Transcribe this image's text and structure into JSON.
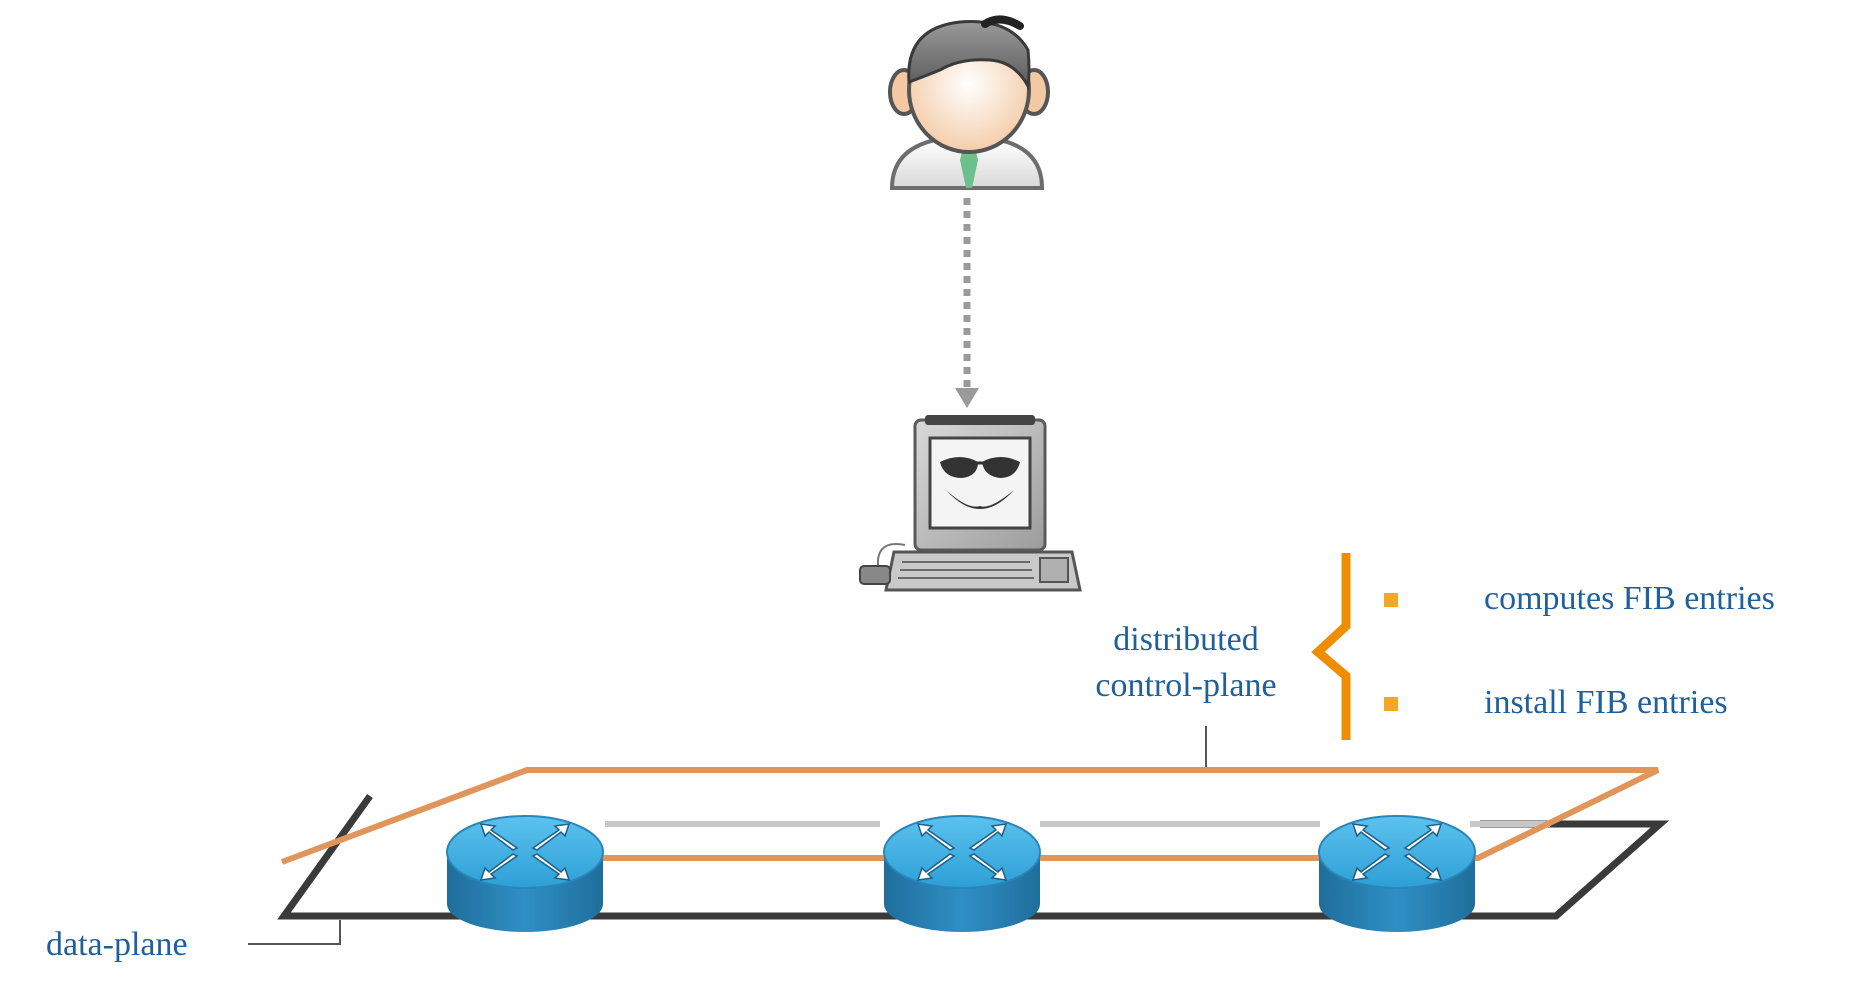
{
  "labels": {
    "control_plane_line1": "distributed",
    "control_plane_line2": "control-plane",
    "data_plane": "data-plane"
  },
  "bullets": [
    {
      "text": "computes FIB entries"
    },
    {
      "text": "install FIB entries"
    }
  ],
  "colors": {
    "text": "#1f5f9a",
    "control_plane_frame": "#e0955a",
    "data_plane_frame": "#3a3a3a",
    "brace": "#f08c00",
    "bullet": "#f5a623",
    "router_top": "#3aaee0",
    "router_side": "#2a8bbd",
    "link": "#c8c8c8"
  },
  "icons": {
    "operator": "person-icon",
    "management_station": "computer-icon",
    "routers": [
      "router-icon",
      "router-icon",
      "router-icon"
    ]
  }
}
